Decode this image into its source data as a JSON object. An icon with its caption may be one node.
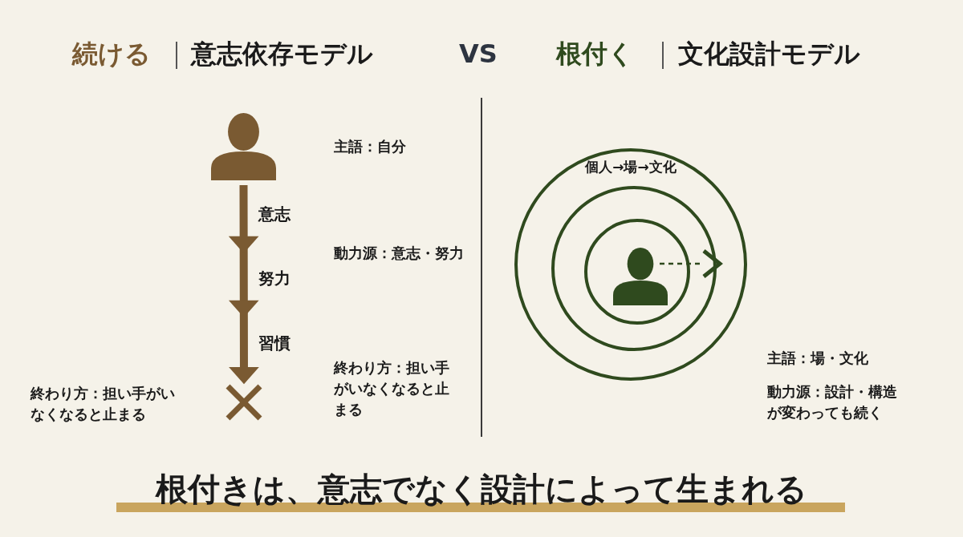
{
  "diagram": {
    "caption": "根付きは、意志でなく設計によって生まれる",
    "nodes": [
      {
        "text": [],
        "shape": "person"
      },
      {
        "text": [],
        "shape": "cross",
        "beside": [
          "終わり方：担い手がいなくなると止まる"
        ]
      },
      {
        "text": [
          "個人→場→文化"
        ]
      },
      {
        "text": [],
        "shape": "circle",
        "in": 2
      },
      {
        "text": [],
        "shape": "circle",
        "in": 3
      },
      {
        "text": [],
        "shape": "person",
        "in": 4
      }
    ],
    "edges": [
      {
        "from": 0,
        "to": 1,
        "arrow": "to",
        "style": "thick"
      },
      {
        "from": 5,
        "to": 3,
        "arrow": "to",
        "style": "dashed",
        "color": "#2f4a1e"
      }
    ],
    "labels": [
      "続ける",
      "意志依存モデル",
      "VS",
      "根付く",
      "文化設計モデル",
      "意志",
      "努力",
      "習慣",
      "主語：自分",
      "動力源：意志・努力",
      "終わり方：担い手がいなくなると止まる",
      "主語：場・文化",
      "動力源：設計・構造が変わっても続く"
    ]
  }
}
